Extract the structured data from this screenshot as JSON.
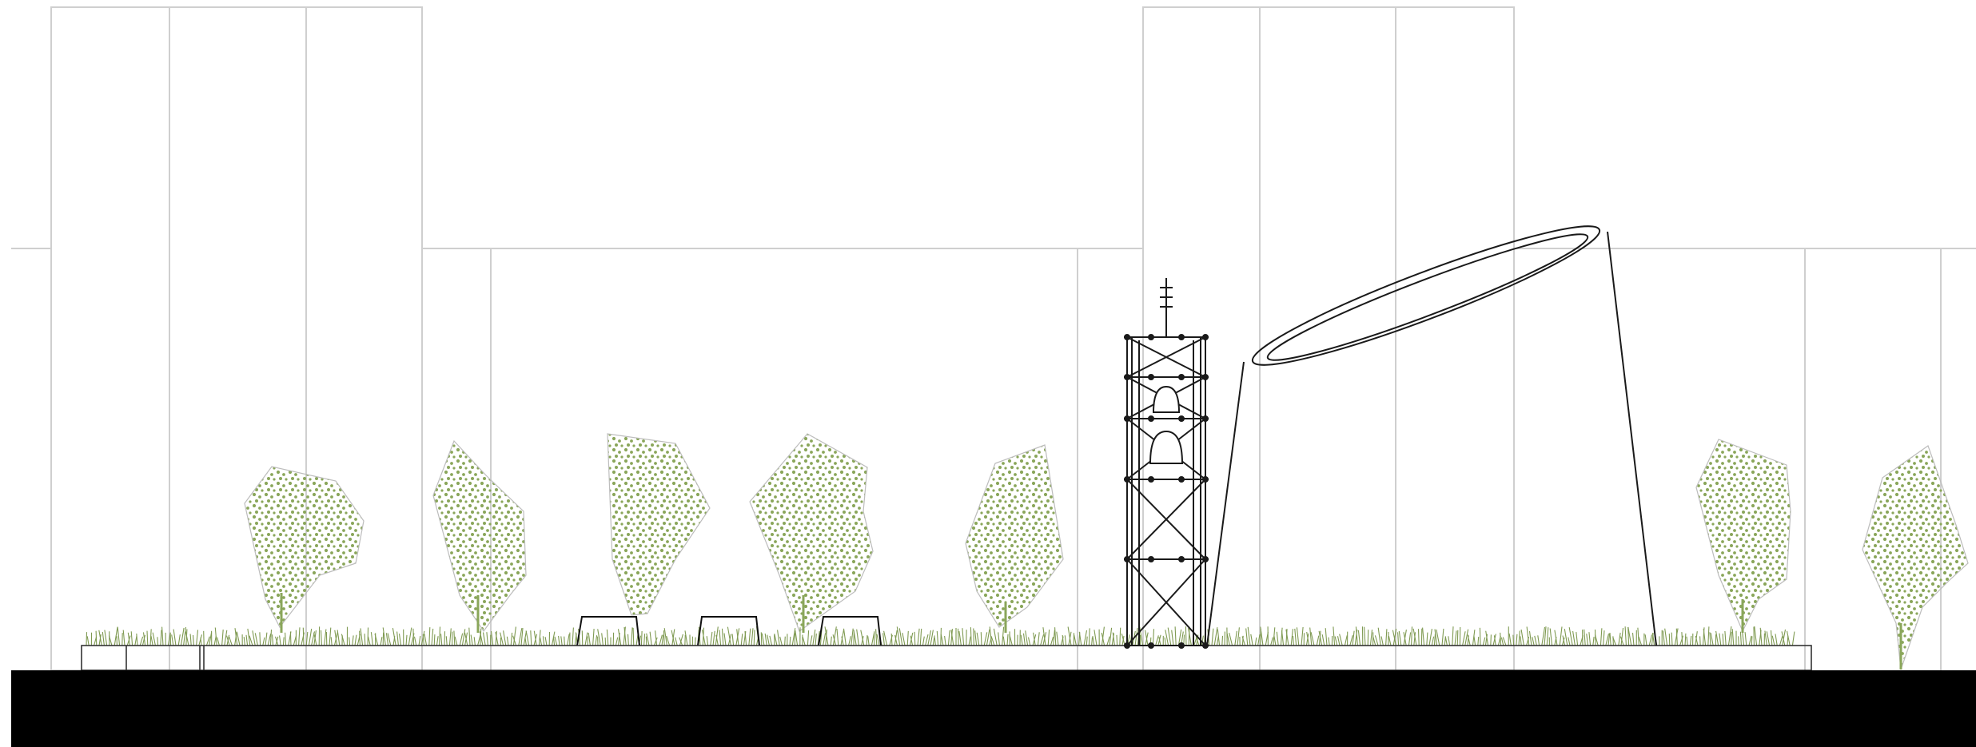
{
  "drawing": {
    "type": "architectural-elevation",
    "elements": [
      "background-buildings",
      "trees",
      "grass",
      "benches",
      "bell-tower",
      "tilted-cone-pavilion",
      "plinth",
      "ground"
    ]
  },
  "colors": {
    "background": "#ffffff",
    "building_outline": "#cfcfcf",
    "linework": "#2a2a2a",
    "ground": "#000000",
    "tree_dots": "#8aa65a",
    "tree_outline": "#9a9a9a",
    "grass": "#7f9a52"
  }
}
